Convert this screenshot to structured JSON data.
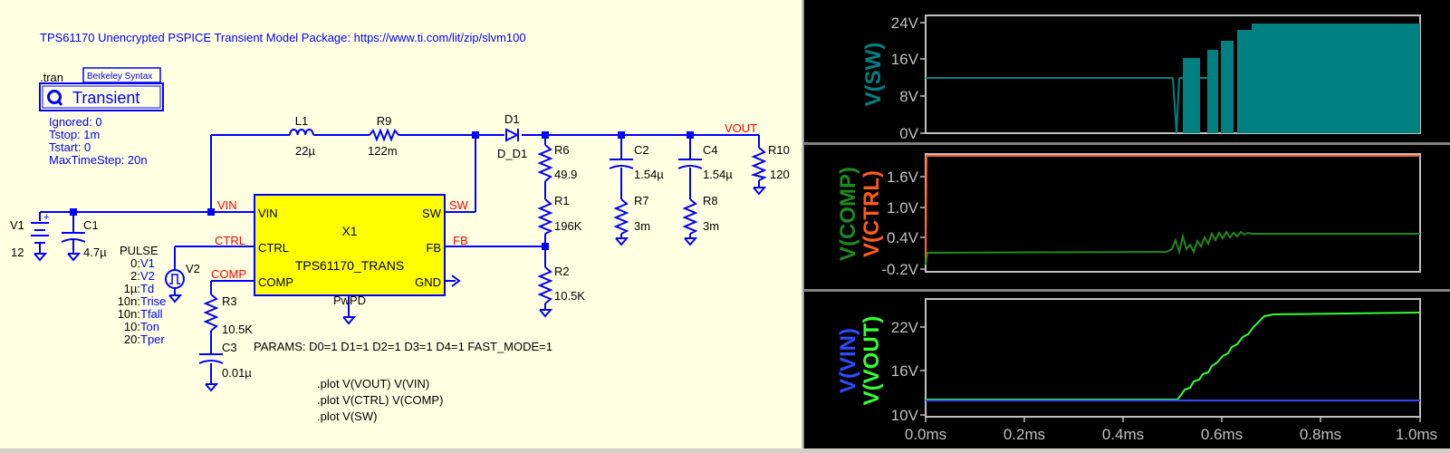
{
  "schematic": {
    "header_text": "TPS61170 Unencrypted PSPICE Transient Model Package: https://www.ti.com/lit/zip/slvm100",
    "tran": {
      "directive": ".tran",
      "syntax_label": "Berkeley Syntax",
      "button_label": "Transient",
      "params": [
        "Ignored:  0",
        "Tstop:  1m",
        "Tstart:  0",
        "MaxTimeStep:  20n"
      ]
    },
    "components": {
      "L1_name": "L1",
      "L1_value": "22µ",
      "R9_name": "R9",
      "R9_value": "122m",
      "D1_name": "D1",
      "D1_value": "D_D1",
      "R6_name": "R6",
      "R6_value": "49.9",
      "R1_name": "R1",
      "R1_value": "196K",
      "R2_name": "R2",
      "R2_value": "10.5K",
      "C2_name": "C2",
      "C2_value": "1.54µ",
      "R7_name": "R7",
      "R7_value": "3m",
      "C4_name": "C4",
      "C4_value": "1.54µ",
      "R8_name": "R8",
      "R8_value": "3m",
      "R10_name": "R10",
      "R10_value": "120",
      "V1_name": "V1",
      "V1_value": "12",
      "C1_name": "C1",
      "C1_value": "4.7µ",
      "V2_name": "V2",
      "R3_name": "R3",
      "R3_value": "10.5K",
      "C3_name": "C3",
      "C3_value": "0.01µ"
    },
    "pulse": {
      "title": "PULSE",
      "rows": [
        {
          "value": "0:",
          "param": "V1"
        },
        {
          "value": "2:",
          "param": "V2"
        },
        {
          "value": "1µ:",
          "param": "Td"
        },
        {
          "value": "10n:",
          "param": "Trise"
        },
        {
          "value": "10n:",
          "param": "Tfall"
        },
        {
          "value": "10:",
          "param": "Ton"
        },
        {
          "value": "20:",
          "param": "Tper"
        }
      ]
    },
    "ic": {
      "ref": "X1",
      "part": "TPS61170_TRANS",
      "pins": {
        "vin": "VIN",
        "ctrl": "CTRL",
        "comp": "COMP",
        "sw": "SW",
        "fb": "FB",
        "gnd": "GND",
        "pwpd": "PwPD"
      }
    },
    "net_labels": {
      "vin": "VIN",
      "ctrl": "CTRL",
      "comp": "COMP",
      "sw": "SW",
      "fb": "FB",
      "vout": "VOUT"
    },
    "params_text": "PARAMS: D0=1 D1=1 D2=1 D3=1 D4=1 FAST_MODE=1",
    "plot_directives": [
      ".plot V(VOUT) V(VIN)",
      ".plot V(CTRL) V(COMP)",
      ".plot V(SW)"
    ]
  },
  "waveforms": {
    "x_ticks": [
      "0.0ms",
      "0.2ms",
      "0.4ms",
      "0.6ms",
      "0.8ms",
      "1.0ms"
    ],
    "panes": [
      {
        "traces": [
          {
            "label": "V(SW)",
            "color": "#008080"
          }
        ],
        "y_ticks": [
          "24V",
          "16V",
          "8V",
          "0V"
        ]
      },
      {
        "traces": [
          {
            "label": "V(COMP)",
            "color": "#1e8a1e"
          },
          {
            "label": "V(CTRL)",
            "color": "#ff5a1e"
          }
        ],
        "y_ticks": [
          "1.6V",
          "1.0V",
          "0.4V",
          "-0.2V"
        ]
      },
      {
        "traces": [
          {
            "label": "V(VIN)",
            "color": "#2e4bff"
          },
          {
            "label": "V(VOUT)",
            "color": "#33ff33"
          }
        ],
        "y_ticks": [
          "22V",
          "16V",
          "10V"
        ]
      }
    ]
  }
}
